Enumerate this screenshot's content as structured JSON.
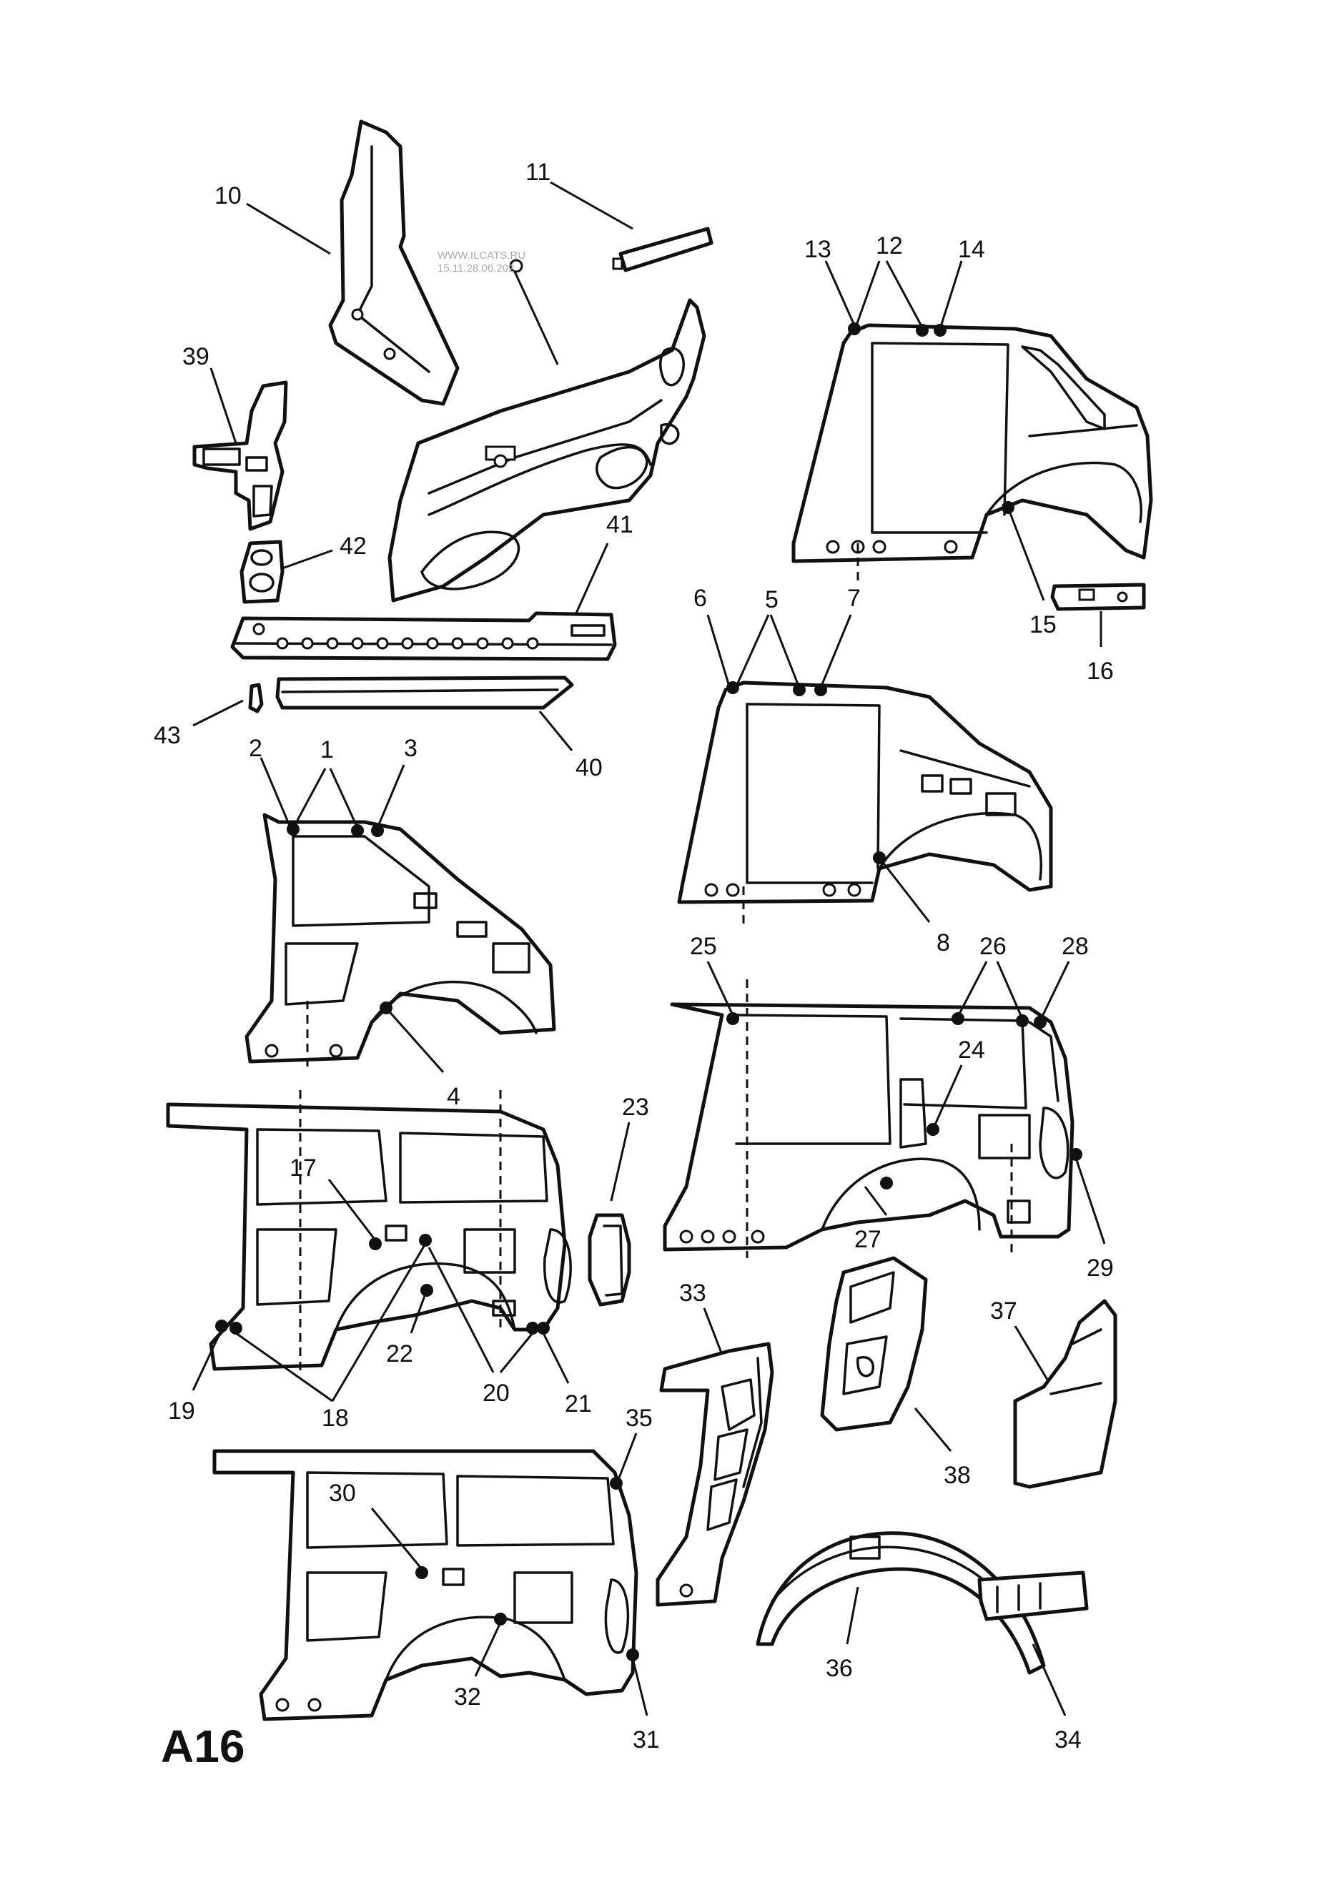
{
  "sheet_label": "A16",
  "watermark": {
    "line1": "WWW.ILCATS.RU",
    "line2": "15.11.28.06.202"
  },
  "callouts": [
    {
      "n": "1"
    },
    {
      "n": "2"
    },
    {
      "n": "3"
    },
    {
      "n": "4"
    },
    {
      "n": "5"
    },
    {
      "n": "6"
    },
    {
      "n": "7"
    },
    {
      "n": "8"
    },
    {
      "n": "10"
    },
    {
      "n": "11"
    },
    {
      "n": "12"
    },
    {
      "n": "13"
    },
    {
      "n": "14"
    },
    {
      "n": "15"
    },
    {
      "n": "16"
    },
    {
      "n": "17"
    },
    {
      "n": "18"
    },
    {
      "n": "19"
    },
    {
      "n": "20"
    },
    {
      "n": "21"
    },
    {
      "n": "22"
    },
    {
      "n": "23"
    },
    {
      "n": "24"
    },
    {
      "n": "25"
    },
    {
      "n": "26"
    },
    {
      "n": "27"
    },
    {
      "n": "28"
    },
    {
      "n": "29"
    },
    {
      "n": "30"
    },
    {
      "n": "31"
    },
    {
      "n": "32"
    },
    {
      "n": "33"
    },
    {
      "n": "34"
    },
    {
      "n": "35"
    },
    {
      "n": "36"
    },
    {
      "n": "37"
    },
    {
      "n": "38"
    },
    {
      "n": "39"
    },
    {
      "n": "40"
    },
    {
      "n": "41"
    },
    {
      "n": "42"
    },
    {
      "n": "43"
    }
  ]
}
